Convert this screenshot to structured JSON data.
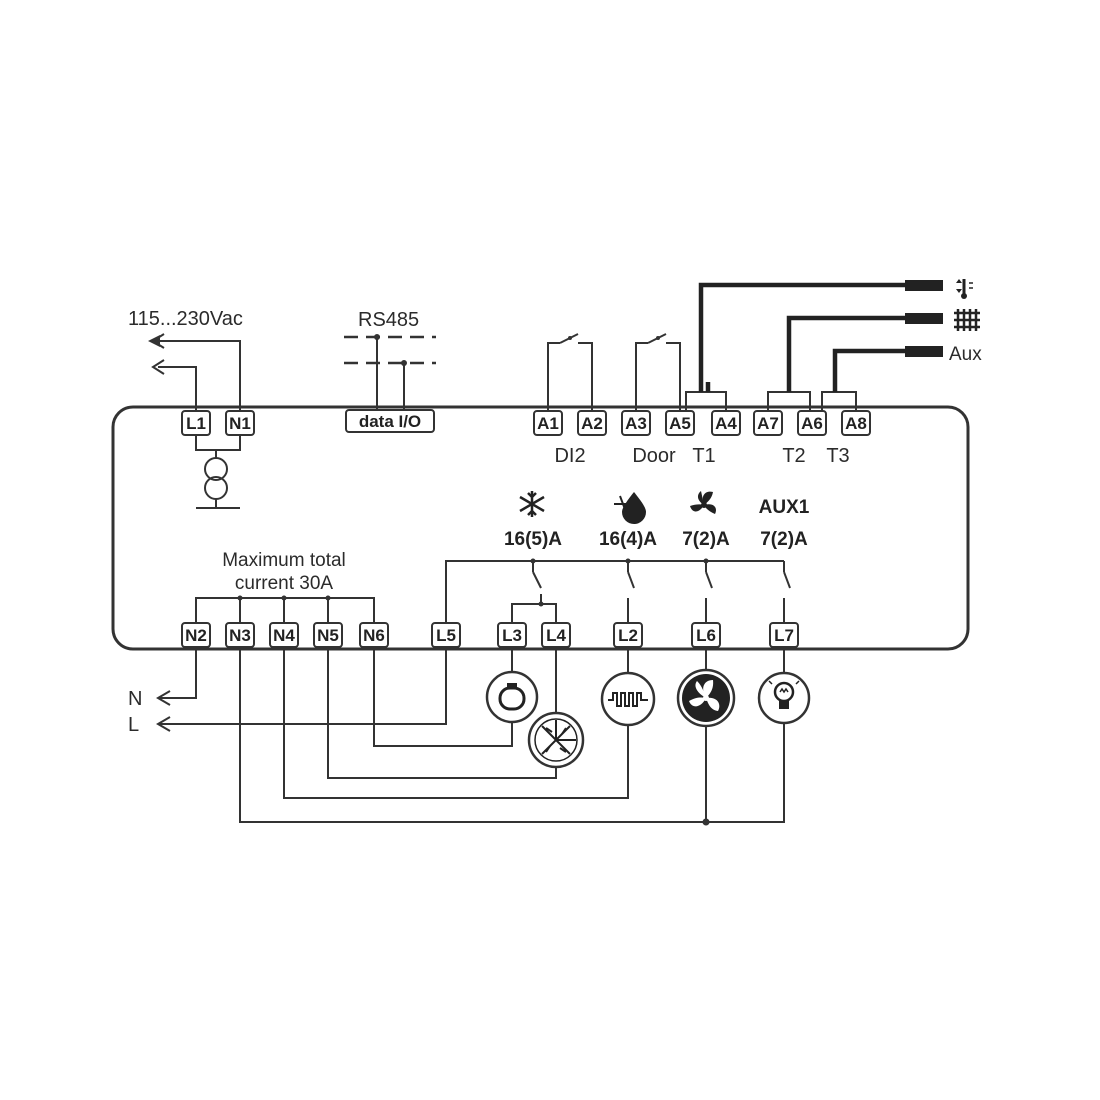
{
  "supply_label": "115...230Vac",
  "bus_label": "RS485",
  "data_io_label": "data I/O",
  "max_current_line1": "Maximum total",
  "max_current_line2": "current 30A",
  "input_labels": {
    "di2": "DI2",
    "door": "Door",
    "t1": "T1",
    "t2": "T2",
    "t3": "T3"
  },
  "probe_labels": {
    "aux": "Aux"
  },
  "line_labels": {
    "n": "N",
    "l": "L"
  },
  "relays": [
    {
      "icon": "snowflake-icon",
      "rating": "16(5)A"
    },
    {
      "icon": "defrost-icon",
      "rating": "16(4)A"
    },
    {
      "icon": "fan-icon",
      "rating": "7(2)A"
    },
    {
      "name": "AUX1",
      "rating": "7(2)A"
    }
  ],
  "top_terminals": [
    "L1",
    "N1",
    "A1",
    "A2",
    "A3",
    "A5",
    "A4",
    "A7",
    "A6",
    "A8"
  ],
  "bottom_terminals": [
    "N2",
    "N3",
    "N4",
    "N5",
    "N6",
    "L5",
    "L3",
    "L4",
    "L2",
    "L6",
    "L7"
  ],
  "colors": {
    "line": "#333333",
    "probe_cable": "#222222",
    "background": "#ffffff"
  }
}
